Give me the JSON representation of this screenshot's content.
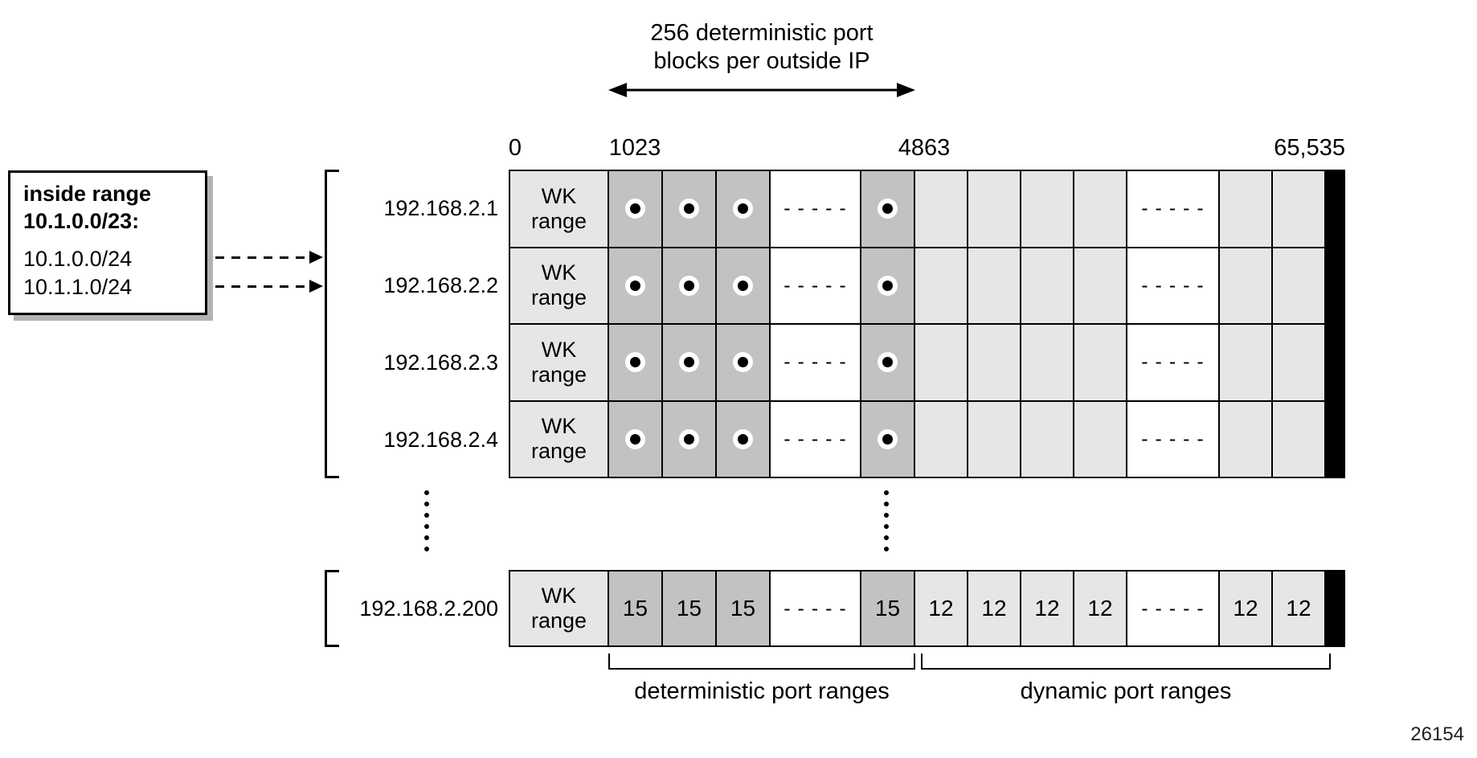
{
  "title": {
    "line1": "256 deterministic port",
    "line2": "blocks per outside IP"
  },
  "axis": {
    "t0": "0",
    "t1023": "1023",
    "t4863": "4863",
    "t65535": "65,535"
  },
  "inside_box": {
    "heading_line1": "inside range",
    "heading_line2": "10.1.0.0/23:",
    "subnets": [
      "10.1.0.0/24",
      "10.1.1.0/24"
    ]
  },
  "wk_label": "WK range",
  "dashes": "- - - - -",
  "rows": [
    {
      "ip": "192.168.2.1"
    },
    {
      "ip": "192.168.2.2"
    },
    {
      "ip": "192.168.2.3"
    },
    {
      "ip": "192.168.2.4"
    }
  ],
  "last_row": {
    "ip": "192.168.2.200",
    "det_blocks": [
      "15",
      "15",
      "15",
      "15"
    ],
    "dyn_blocks": [
      "12",
      "12",
      "12",
      "12",
      "12",
      "12"
    ]
  },
  "legend": {
    "deterministic": "deterministic port ranges",
    "dynamic": "dynamic port ranges"
  },
  "figure_number": "26154",
  "colors": {
    "cell_light": "#e6e6e6",
    "cell_dark": "#c2c2c2",
    "cell_white": "#ffffff",
    "end_bar": "#000000",
    "shadow": "#b3b3b3"
  }
}
